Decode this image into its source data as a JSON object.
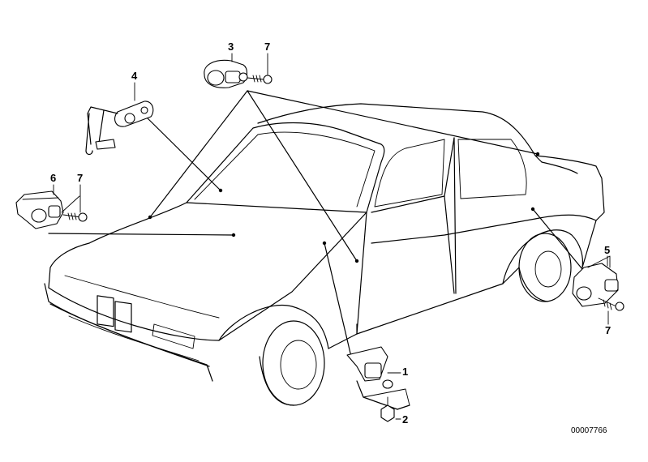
{
  "callouts": [
    {
      "id": "1",
      "label": "1"
    },
    {
      "id": "2",
      "label": "2"
    },
    {
      "id": "3",
      "label": "3"
    },
    {
      "id": "4",
      "label": "4"
    },
    {
      "id": "5",
      "label": "5"
    },
    {
      "id": "6",
      "label": "6"
    },
    {
      "id": "7a",
      "label": "7"
    },
    {
      "id": "7b",
      "label": "7"
    },
    {
      "id": "7c",
      "label": "7"
    }
  ],
  "diagram_number": "00007766"
}
